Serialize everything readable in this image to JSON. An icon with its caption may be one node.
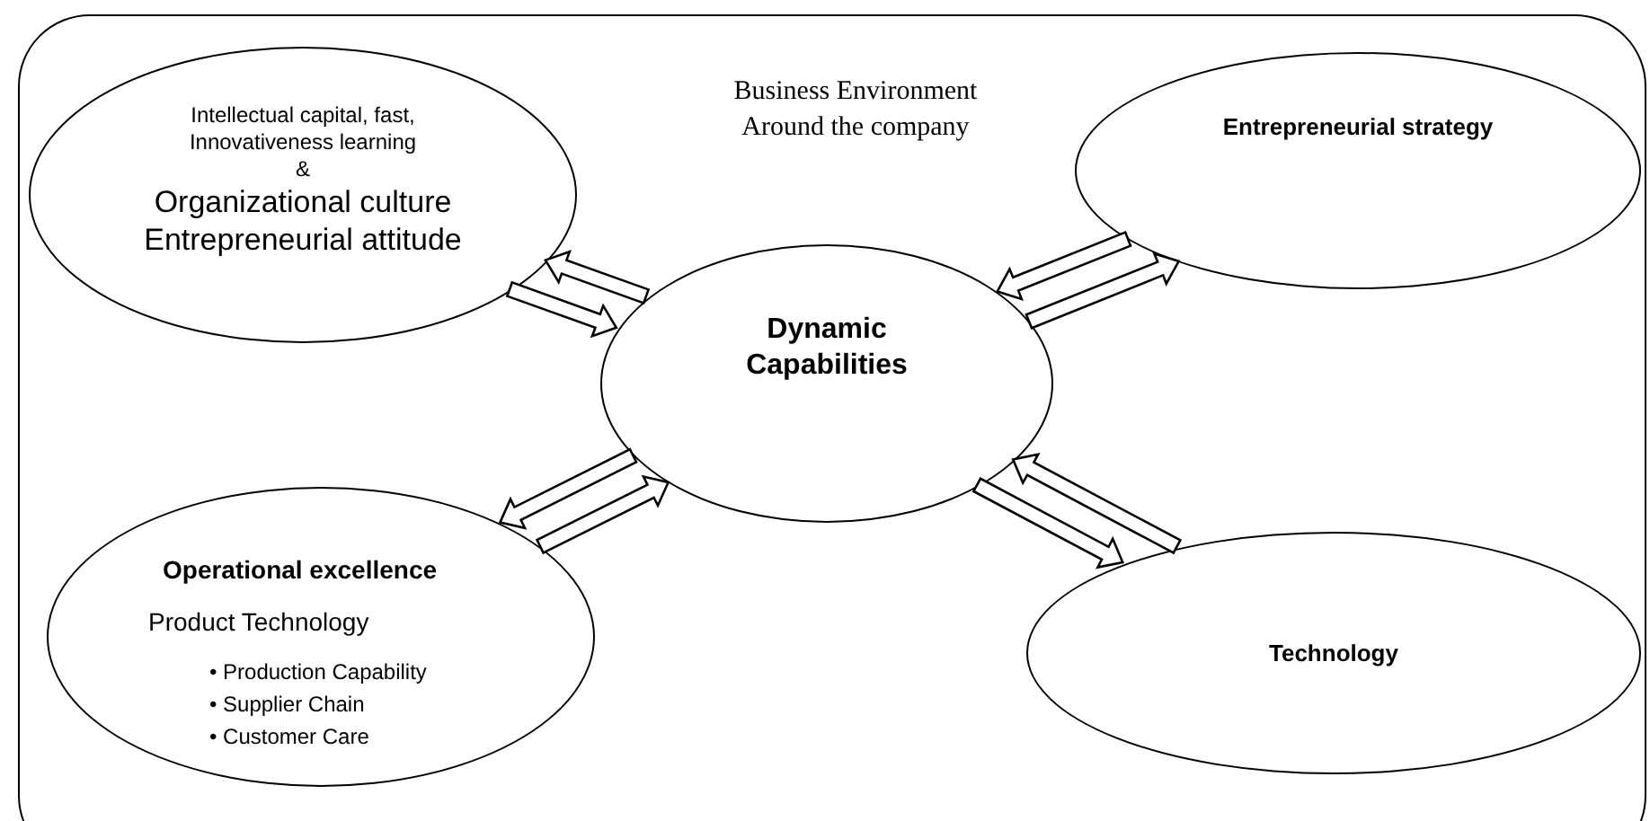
{
  "diagram": {
    "nodes": [
      {
        "text": [
          "Business Environment Around the company"
        ]
      },
      {
        "text": [
          "Intellectual capital, fast, Innovativeness learning",
          "&",
          "Organizational culture Entrepreneurial attitude"
        ],
        "in": 0
      },
      {
        "text": [
          "Entrepreneurial strategy"
        ],
        "in": 0
      },
      {
        "text": [
          "Dynamic Capabilities"
        ],
        "in": 0
      },
      {
        "text": [
          "Operational excellence",
          "Product Technology",
          "• Production Capability",
          "• Supplier Chain",
          "• Customer Care"
        ],
        "in": 0
      },
      {
        "text": [
          "Technology"
        ],
        "in": 0
      }
    ],
    "edges": [
      {
        "from": 1,
        "to": 3,
        "arrow": "to"
      },
      {
        "from": 3,
        "to": 1,
        "arrow": "to"
      },
      {
        "from": 2,
        "to": 3,
        "arrow": "to"
      },
      {
        "from": 3,
        "to": 2,
        "arrow": "to"
      },
      {
        "from": 3,
        "to": 4,
        "arrow": "to"
      },
      {
        "from": 4,
        "to": 3,
        "arrow": "to"
      },
      {
        "from": 3,
        "to": 5,
        "arrow": "to"
      },
      {
        "from": 5,
        "to": 3,
        "arrow": "to"
      }
    ]
  }
}
